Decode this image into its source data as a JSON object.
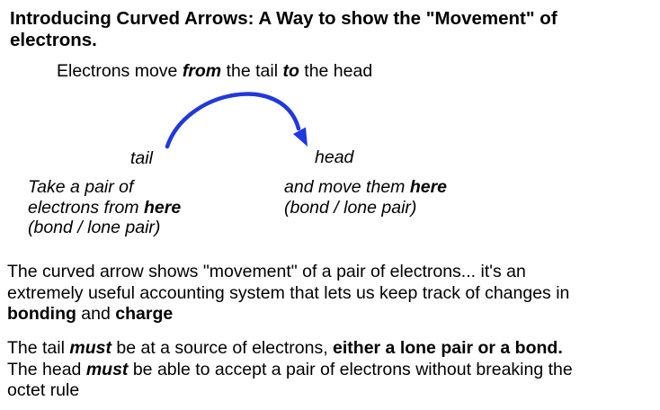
{
  "colors": {
    "background": "#ffffff",
    "text": "#000000",
    "arrow": "#2038e0"
  },
  "title": {
    "text": "Introducing Curved Arrows: A Way to show the \"Movement\" of electrons."
  },
  "intro": {
    "lines": [
      [
        {
          "t": "Electrons move "
        },
        {
          "t": "from",
          "b": true,
          "i": true
        },
        {
          "t": " the tail "
        },
        {
          "t": "to",
          "b": true,
          "i": true
        },
        {
          "t": " the head"
        }
      ]
    ]
  },
  "figure": {
    "arrow_color": "#2038e0",
    "tail_label": "tail",
    "head_label": "head",
    "left_note": {
      "lines": [
        [
          {
            "t": "Take a pair of",
            "i": true
          }
        ],
        [
          {
            "t": "electrons from ",
            "i": true
          },
          {
            "t": "here",
            "b": true,
            "i": true
          }
        ],
        [
          {
            "t": "(bond / lone pair)",
            "i": true
          }
        ]
      ]
    },
    "right_note": {
      "lines": [
        [
          {
            "t": "and move them ",
            "i": true
          },
          {
            "t": "here",
            "b": true,
            "i": true
          }
        ],
        [
          {
            "t": "(bond / lone pair)",
            "i": true
          }
        ]
      ]
    }
  },
  "paragraphs": [
    {
      "lines": [
        [
          {
            "t": "The curved arrow shows \"movement\" of a pair of electrons... it's an"
          }
        ],
        [
          {
            "t": "extremely useful accounting system that lets us keep track of changes in"
          }
        ],
        [
          {
            "t": "bonding",
            "b": true
          },
          {
            "t": " and "
          },
          {
            "t": "charge",
            "b": true
          }
        ]
      ]
    },
    {
      "lines": [
        [
          {
            "t": "The tail "
          },
          {
            "t": "must",
            "b": true,
            "i": true
          },
          {
            "t": " be at a source of electrons, "
          },
          {
            "t": "either a lone pair or a bond.",
            "b": true
          }
        ],
        [
          {
            "t": "The head "
          },
          {
            "t": "must",
            "b": true,
            "i": true
          },
          {
            "t": " be able to accept a pair of electrons without breaking the"
          }
        ],
        [
          {
            "t": "octet rule"
          }
        ]
      ]
    }
  ]
}
